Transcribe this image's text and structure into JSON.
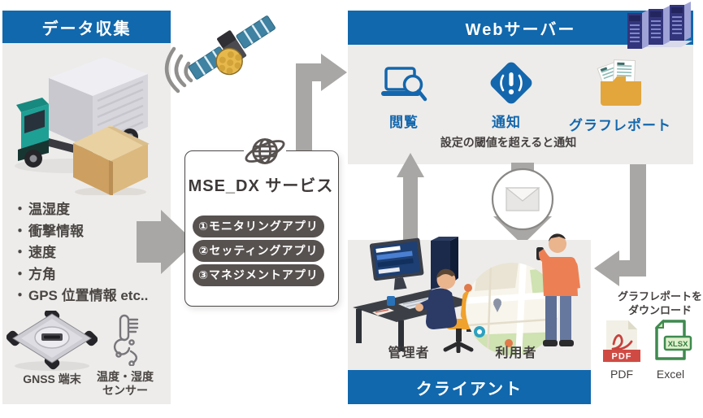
{
  "colors": {
    "header_blue": "#1168ac",
    "icon_blue": "#1467ad",
    "panel_gray": "#edecea",
    "arrow_gray": "#a9a7a5",
    "pill_dark": "#575250",
    "folder_gold": "#e2a63d",
    "pdf_red": "#d04a44",
    "excel_green": "#3f8a4f",
    "truck_teal": "#1fa095"
  },
  "data_collection": {
    "title": "データ収集",
    "items": [
      "温湿度",
      "衝撃情報",
      "速度",
      "方角",
      "GPS 位置情報 etc.."
    ],
    "devices": [
      {
        "icon": "gnss-device-icon",
        "label": "GNSS 端末"
      },
      {
        "icon": "thermometer-icon",
        "label": "温度・湿度\nセンサー"
      }
    ],
    "illustrations": [
      "truck-illustration",
      "cardboard-box",
      "satellite-icon",
      "radio-waves-icon"
    ]
  },
  "service": {
    "title": "MSE_DX サービス",
    "icon": "globe-icon",
    "apps": [
      {
        "label": "①モニタリングアプリ"
      },
      {
        "label": "②セッティングアプリ"
      },
      {
        "label": "③マネジメントアプリ"
      }
    ]
  },
  "web_server": {
    "title": "Webサーバー",
    "icon": "server-rack-icon",
    "features": [
      {
        "icon": "laptop-search-icon",
        "label": "閲覧"
      },
      {
        "icon": "alert-diamond-icon",
        "label": "通知"
      },
      {
        "icon": "folder-report-icon",
        "label": "グラフレポート"
      }
    ],
    "note": "設定の閾値を超えると通知"
  },
  "notification": {
    "icon": "mail-circle-icon"
  },
  "client": {
    "title": "クライアント",
    "roles": [
      {
        "icon": "admin-illustration",
        "label": "管理者"
      },
      {
        "icon": "user-map-illustration",
        "label": "利用者"
      }
    ]
  },
  "download": {
    "caption": "グラフレポートを\nダウンロード",
    "formats": [
      {
        "icon": "pdf-file-icon",
        "badge": "PDF",
        "label": "PDF"
      },
      {
        "icon": "excel-file-icon",
        "badge": "XLSX",
        "label": "Excel"
      }
    ]
  }
}
